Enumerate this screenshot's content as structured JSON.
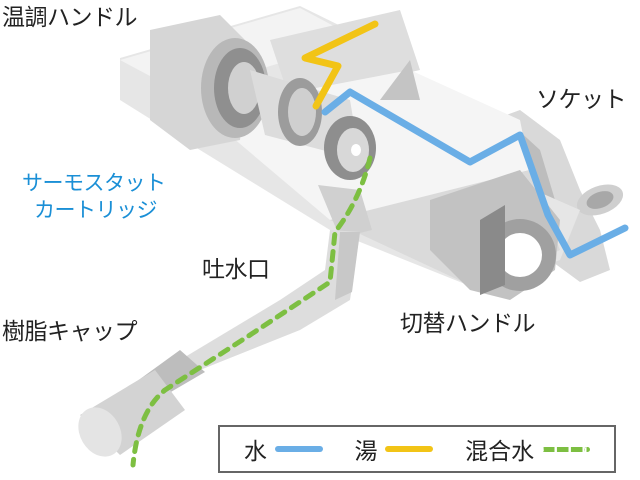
{
  "labels": {
    "temperature_handle": "温調ハンドル",
    "socket": "ソケット",
    "thermostat_cartridge_line1": "サーモスタット",
    "thermostat_cartridge_line2": "カートリッジ",
    "spout": "吐水口",
    "resin_cap": "樹脂キャップ",
    "switch_handle": "切替ハンドル"
  },
  "legend": [
    {
      "label": "水",
      "color": "#6aaee6",
      "style": "solid"
    },
    {
      "label": "湯",
      "color": "#f2c416",
      "style": "solid"
    },
    {
      "label": "混合水",
      "color": "#7dbf42",
      "style": "dashed"
    }
  ],
  "colors": {
    "label_text": "#222222",
    "accent_label": "#1a8fd6",
    "body_light": "#ececec",
    "body_mid": "#cfcfcf",
    "body_dark": "#a9a9a9"
  }
}
